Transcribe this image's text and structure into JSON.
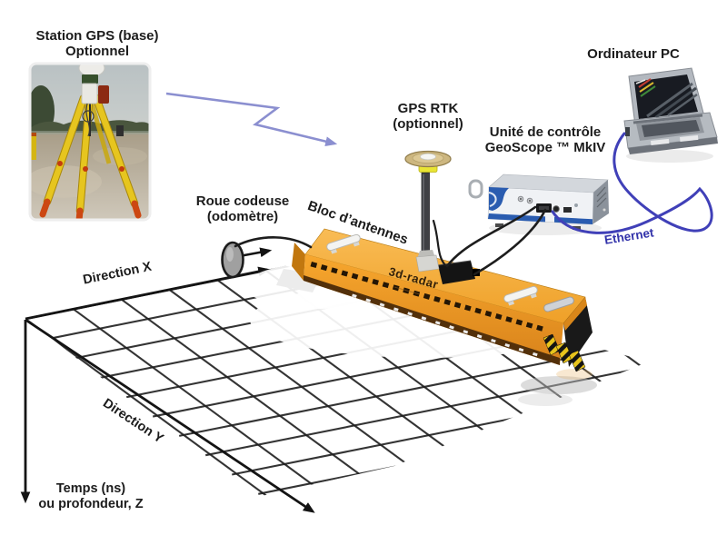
{
  "labels": {
    "station_gps_line1": "Station GPS (base)",
    "station_gps_line2": "Optionnel",
    "ordinateur_pc": "Ordinateur PC",
    "gps_rtk_line1": "GPS RTK",
    "gps_rtk_line2": "(optionnel)",
    "control_unit_line1": "Unité de contrôle",
    "control_unit_line2": "GeoScope ™ MkIV",
    "roue_line1": "Roue codeuse",
    "roue_line2": "(odomètre)",
    "bloc_antennes": "Bloc d’antennes",
    "ethernet": "Ethernet",
    "direction_x": "Direction X",
    "direction_y": "Direction Y",
    "temps_line1": "Temps (ns)",
    "temps_line2": "ou profondeur, Z",
    "radar_brand": "3d-radar"
  },
  "colors": {
    "radio_link_arrow": "#8b8fd0",
    "ethernet_cable": "#4040b8",
    "ethernet_label": "#3232aa",
    "axis": "#141414",
    "radar_orange": "#f49d24",
    "radar_orange_top": "#f5ad3f",
    "control_unit_blue": "#2a5cb0",
    "tripod_yellow": "#e3c31e",
    "grid_line": "#1f1f1f"
  }
}
